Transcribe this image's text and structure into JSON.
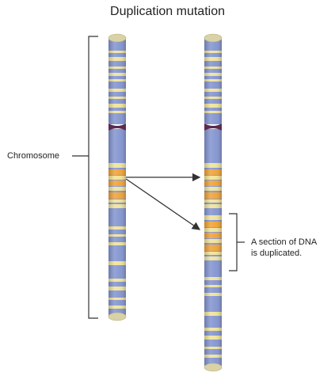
{
  "title": "Duplication mutation",
  "labels": {
    "chromosome": "Chromosome",
    "duplicated_line1": "A section of DNA",
    "duplicated_line2": "is duplicated."
  },
  "colors": {
    "chromatid": "#8394d0",
    "band_light": "#efe29a",
    "band_orange": "#f0a234",
    "centromere": "#5c2a4f",
    "cap": "#d9d2a6",
    "line": "#333333"
  }
}
